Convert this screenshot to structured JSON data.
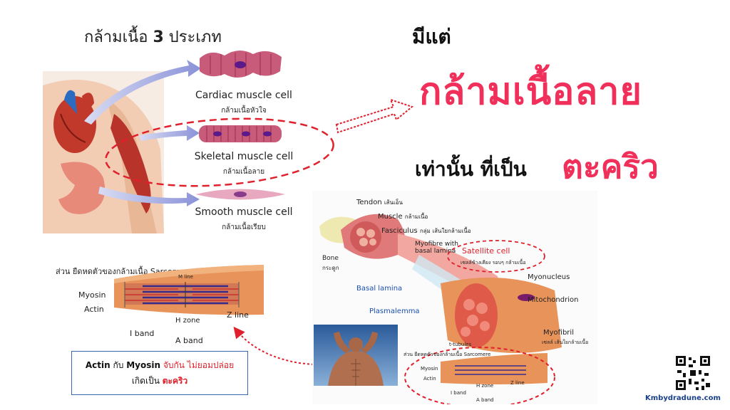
{
  "left_title_prefix": "กล้ามเนื้อ",
  "left_title_num": "3",
  "left_title_suffix": "ประเภท",
  "cells": [
    {
      "label": "Cardiac muscle cell",
      "sub": "กล้ามเนื้อหัวใจ"
    },
    {
      "label": "Skeletal muscle cell",
      "sub": "กล้ามเนื้อลาย"
    },
    {
      "label": "Smooth muscle cell",
      "sub": "กล้ามเนื้อเรียบ"
    }
  ],
  "headline": {
    "only_prefix": "มีแต่",
    "big": "กล้ามเนื้อลาย",
    "only_suffix": "เท่านั้น ที่เป็น",
    "cramp": "ตะคริว"
  },
  "sarcomere": {
    "title": "ส่วน ยืดหดตัวของกล้ามเนื้อ Sarcomere",
    "myosin": "Myosin",
    "actin": "Actin",
    "m_line": "M line",
    "h_zone": "H zone",
    "z_line": "Z line",
    "i_band": "I band",
    "a_band": "A band"
  },
  "infobox": {
    "actin": "Actin",
    "with": "กับ",
    "myosin": "Myosin",
    "hold": "จับกัน ไม่ยอมปล่อย",
    "result": "เกิดเป็น",
    "cramp": "ตะคริว"
  },
  "anatomy": {
    "tendon": "Tendon",
    "tendon_th": "เส้นเอ็น",
    "muscle": "Muscle",
    "muscle_th": "กล้ามเนื้อ",
    "fasciculus": "Fasciculus",
    "fasciculus_th": "กลุ่ม เส้นใยกล้ามเนื้อ",
    "bone": "Bone",
    "bone_th": "กระดูก",
    "myofibre_1": "Myofibre with",
    "myofibre_2": "basal lamina",
    "satellite": "Satellite cell",
    "satellite_th": "เซลล์ข้างเคียง รอบๆ กล้ามเนื้อ",
    "basal": "Basal lamina",
    "plasma": "Plasmalemma",
    "myonucleus": "Myonucleus",
    "mito": "Mitochondrion",
    "myofibril": "Myofibril",
    "myofibril_th": "เซลล์ เส้นใยกล้ามเนื้อ",
    "ttubules": "t-tubules",
    "sarc_small": "ส่วน ยืดหดตัวของกล้ามเนื้อ Sarcomere",
    "myosin_small": "Myosin",
    "actin_small": "Actin",
    "iband_small": "I band",
    "hzone_small": "H zone",
    "zline_small": "Z line",
    "aband_small": "A band"
  },
  "website": "Kmbydradune.com",
  "colors": {
    "accent_red": "#f0305a",
    "dashed_red": "#e0202c",
    "info_border": "#3a66b0"
  }
}
